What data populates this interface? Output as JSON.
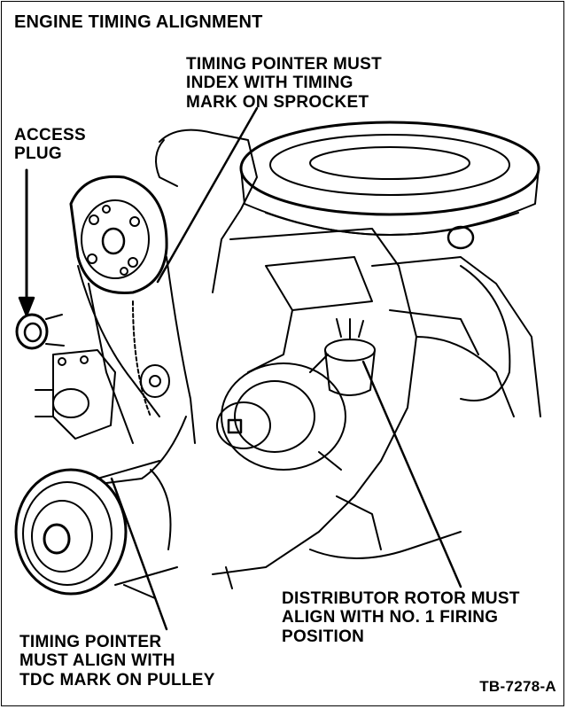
{
  "title": "ENGINE TIMING ALIGNMENT",
  "callouts": {
    "sprocket": [
      "TIMING POINTER MUST",
      "INDEX WITH TIMING",
      "MARK ON SPROCKET"
    ],
    "access": [
      "ACCESS",
      "PLUG"
    ],
    "rotor": [
      "DISTRIBUTOR ROTOR MUST",
      "ALIGN WITH NO. 1 FIRING",
      "POSITION"
    ],
    "pulley": [
      "TIMING POINTER",
      "MUST ALIGN WITH",
      "TDC MARK ON PULLEY"
    ]
  },
  "figure_id": "TB-7278-A"
}
